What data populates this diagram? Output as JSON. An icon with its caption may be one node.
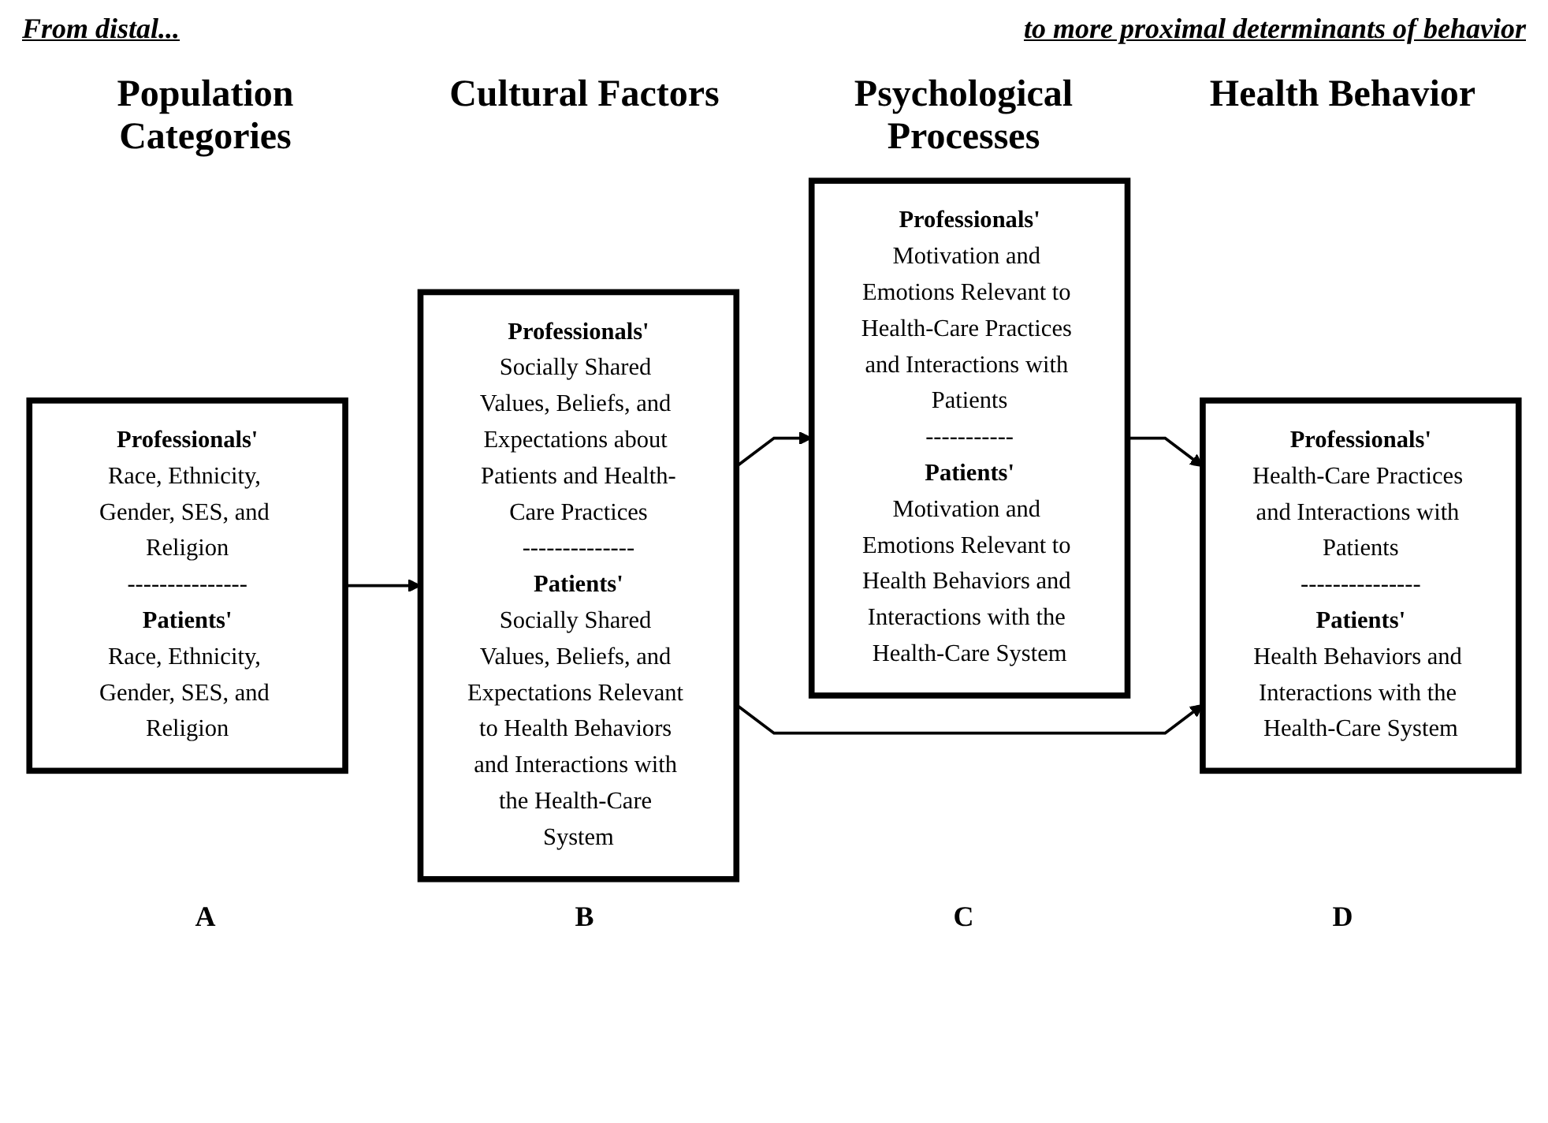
{
  "diagram": {
    "nodes": [
      {
        "text": [
          "Professionals'",
          "Race, Ethnicity, Gender, SES, and Religion",
          "---------------",
          "Patients'",
          "Race, Ethnicity, Gender, SES, and Religion"
        ]
      },
      {
        "text": [
          "Professionals'",
          "Socially Shared Values, Beliefs, and Expectations about Patients and Health-Care Practices",
          "--------------",
          "Patients'",
          "Socially Shared Values, Beliefs, and Expectations Relevant to Health Behaviors and Interactions with the Health-Care System"
        ]
      },
      {
        "text": [
          "Professionals'",
          "Motivation and Emotions Relevant to Health-Care Practices and Interactions with Patients",
          "-----------",
          "Patients'",
          "Motivation and Emotions Relevant to Health Behaviors and Interactions with the Health-Care System"
        ]
      },
      {
        "text": [
          "Professionals'",
          "Health-Care Practices and Interactions with Patients",
          "---------------",
          "Patients'",
          "Health Behaviors and Interactions with the Health-Care System"
        ]
      }
    ],
    "edges": [
      {
        "from": 0,
        "to": 1,
        "arrow": "to"
      },
      {
        "from": 1,
        "to": 2,
        "arrow": "to"
      },
      {
        "from": 2,
        "to": 3,
        "arrow": "to"
      },
      {
        "from": 1,
        "to": 3,
        "arrow": "to"
      }
    ],
    "labels": [
      "From distal...",
      "to more proximal determinants of behavior",
      "Population Categories",
      "Cultural Factors",
      "Psychological Processes",
      "Health Behavior",
      "A",
      "B",
      "C",
      "D"
    ]
  }
}
